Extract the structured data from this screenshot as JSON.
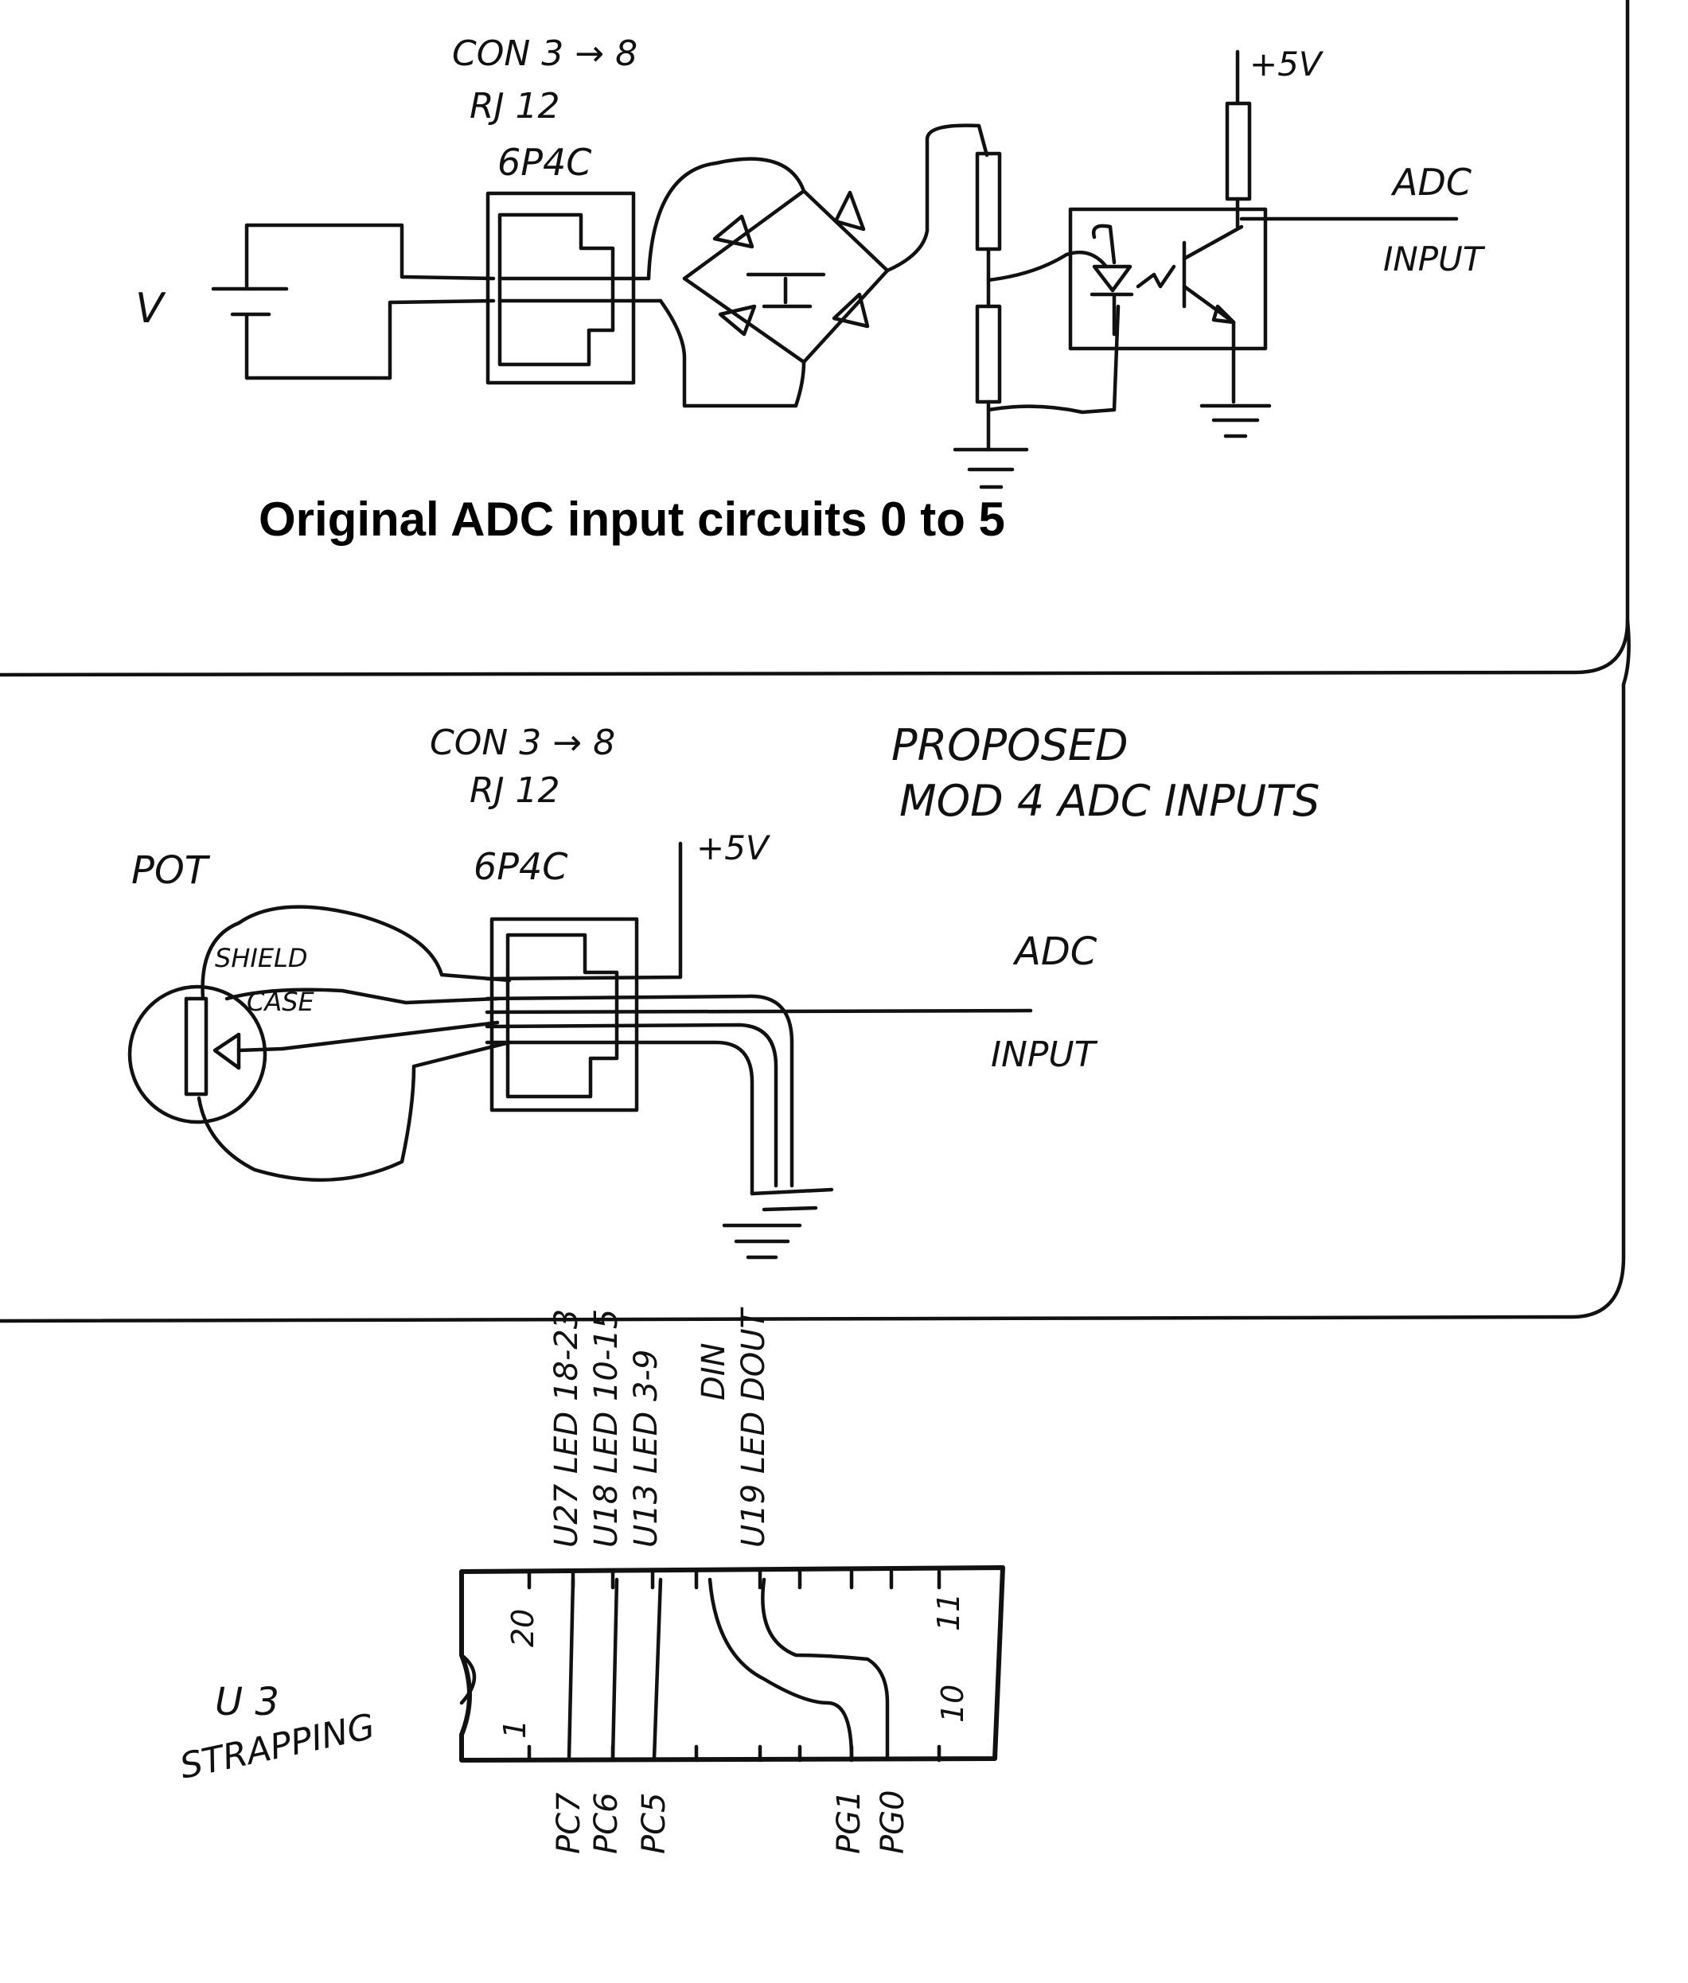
{
  "original": {
    "caption": "Original ADC input circuits 0 to 5",
    "battery_label": "V",
    "connector_label": [
      "CON 3 → 8",
      "RJ 12",
      "6P4C"
    ],
    "supply_label": "+5V",
    "output_label": [
      "ADC",
      "INPUT"
    ]
  },
  "proposed": {
    "title": [
      "PROPOSED",
      "MOD 4 ADC INPUTS"
    ],
    "pot_label": "POT",
    "shield_label": [
      "SHIELD",
      "CASE"
    ],
    "connector_label": [
      "CON 3 → 8",
      "RJ 12",
      "6P4C"
    ],
    "supply_label": "+5V",
    "output_label": [
      "ADC",
      "INPUT"
    ]
  },
  "strapping": {
    "title": [
      "U 3",
      "STRAPPING"
    ],
    "top_labels": [
      "U27 LED 18-23",
      "U18 LED 10-15",
      "U13 LED 3-9",
      "DIN",
      "U19 LED DOUT"
    ],
    "bottom_labels": [
      "PC7",
      "PC6",
      "PC5",
      "PG1",
      "PG0"
    ],
    "pin_numbers": [
      "20",
      "1",
      "11",
      "10"
    ]
  }
}
